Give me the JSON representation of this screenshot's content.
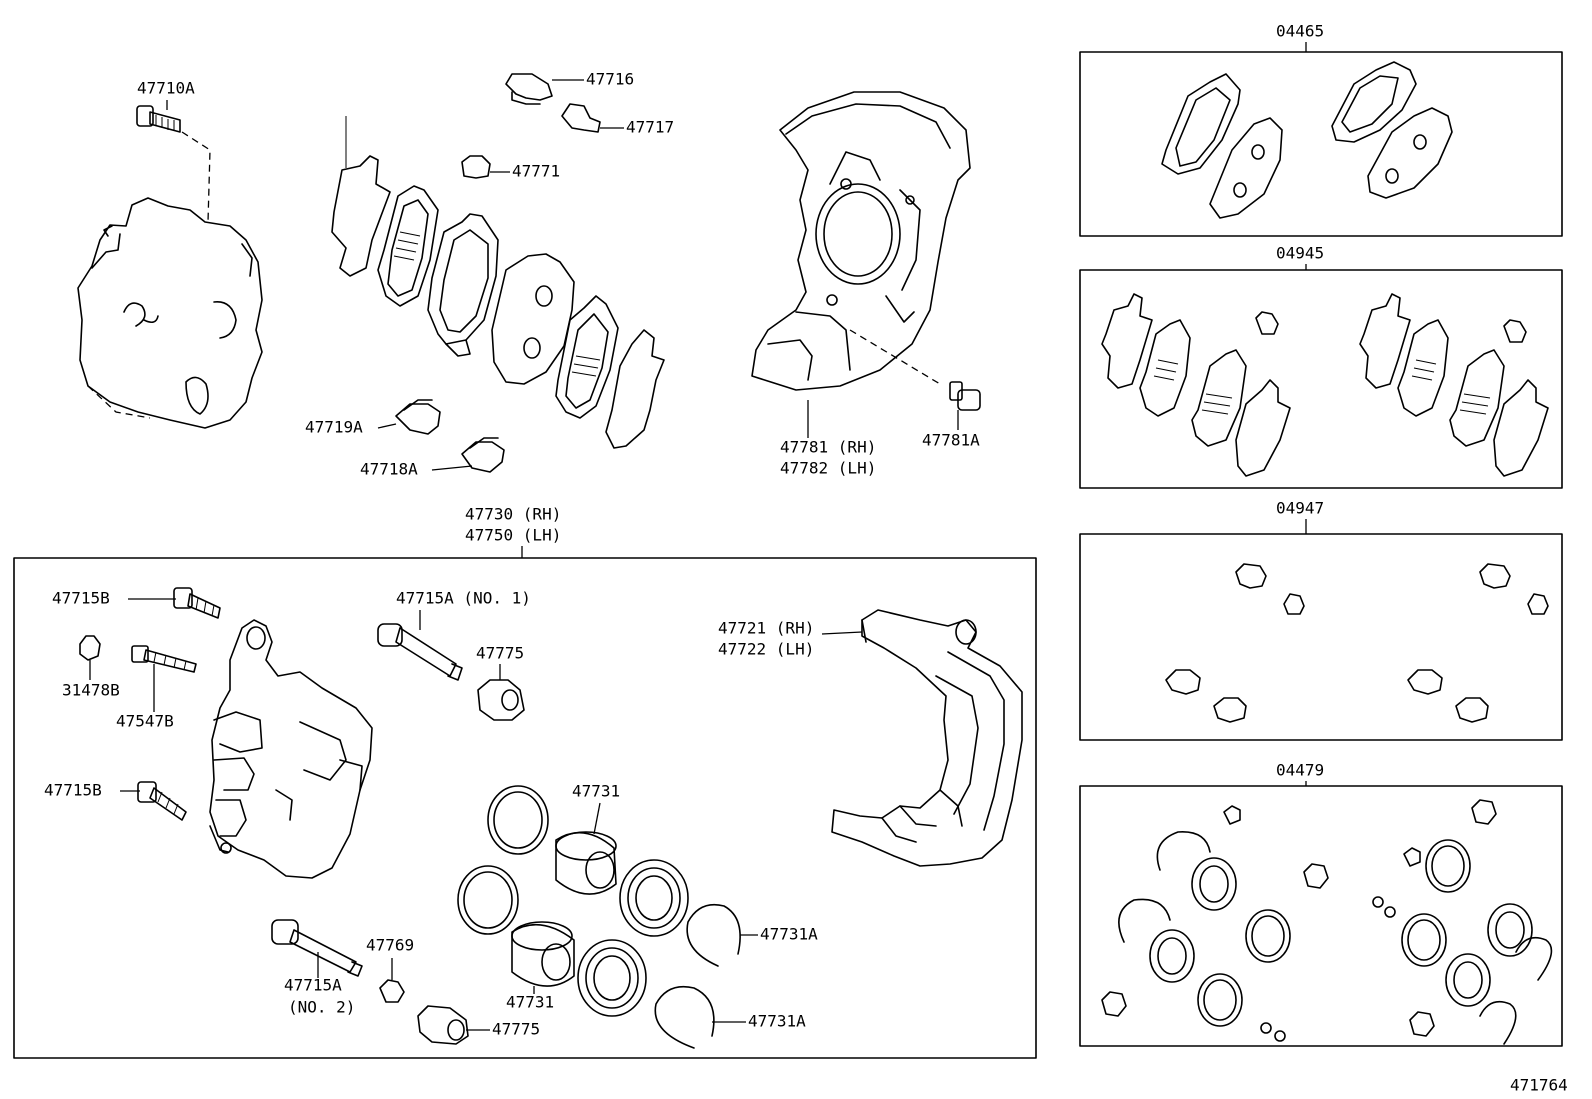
{
  "callouts": {
    "p47710A": "47710A",
    "p47716": "47716",
    "p47717": "47717",
    "p47771": "47771",
    "p47719A": "47719A",
    "p47718A": "47718A",
    "p47781rh": "47781 (RH)",
    "p47782lh": "47782 (LH)",
    "p47781A": "47781A",
    "p47730rh": "47730 (RH)",
    "p47750lh": "47750 (LH)",
    "p47715B_top": "47715B",
    "p31478B": "31478B",
    "p47547B": "47547B",
    "p47715B_bottom": "47715B",
    "p47715A_no1": "47715A (NO. 1)",
    "p47775_top": "47775",
    "p47721rh": "47721 (RH)",
    "p47722lh": "47722 (LH)",
    "p47731_top": "47731",
    "p47731_bottom": "47731",
    "p47731A_top": "47731A",
    "p47731A_bottom": "47731A",
    "p47769": "47769",
    "p47715A_no2a": "47715A",
    "p47715A_no2b": "(NO. 2)",
    "p47775_bottom": "47775"
  },
  "kits": [
    {
      "label": "04465",
      "content": "pad set"
    },
    {
      "label": "04945",
      "content": "shim kit"
    },
    {
      "label": "04947",
      "content": "fitting kit"
    },
    {
      "label": "04479",
      "content": "cylinder kit"
    }
  ],
  "illustration_id": "471764"
}
